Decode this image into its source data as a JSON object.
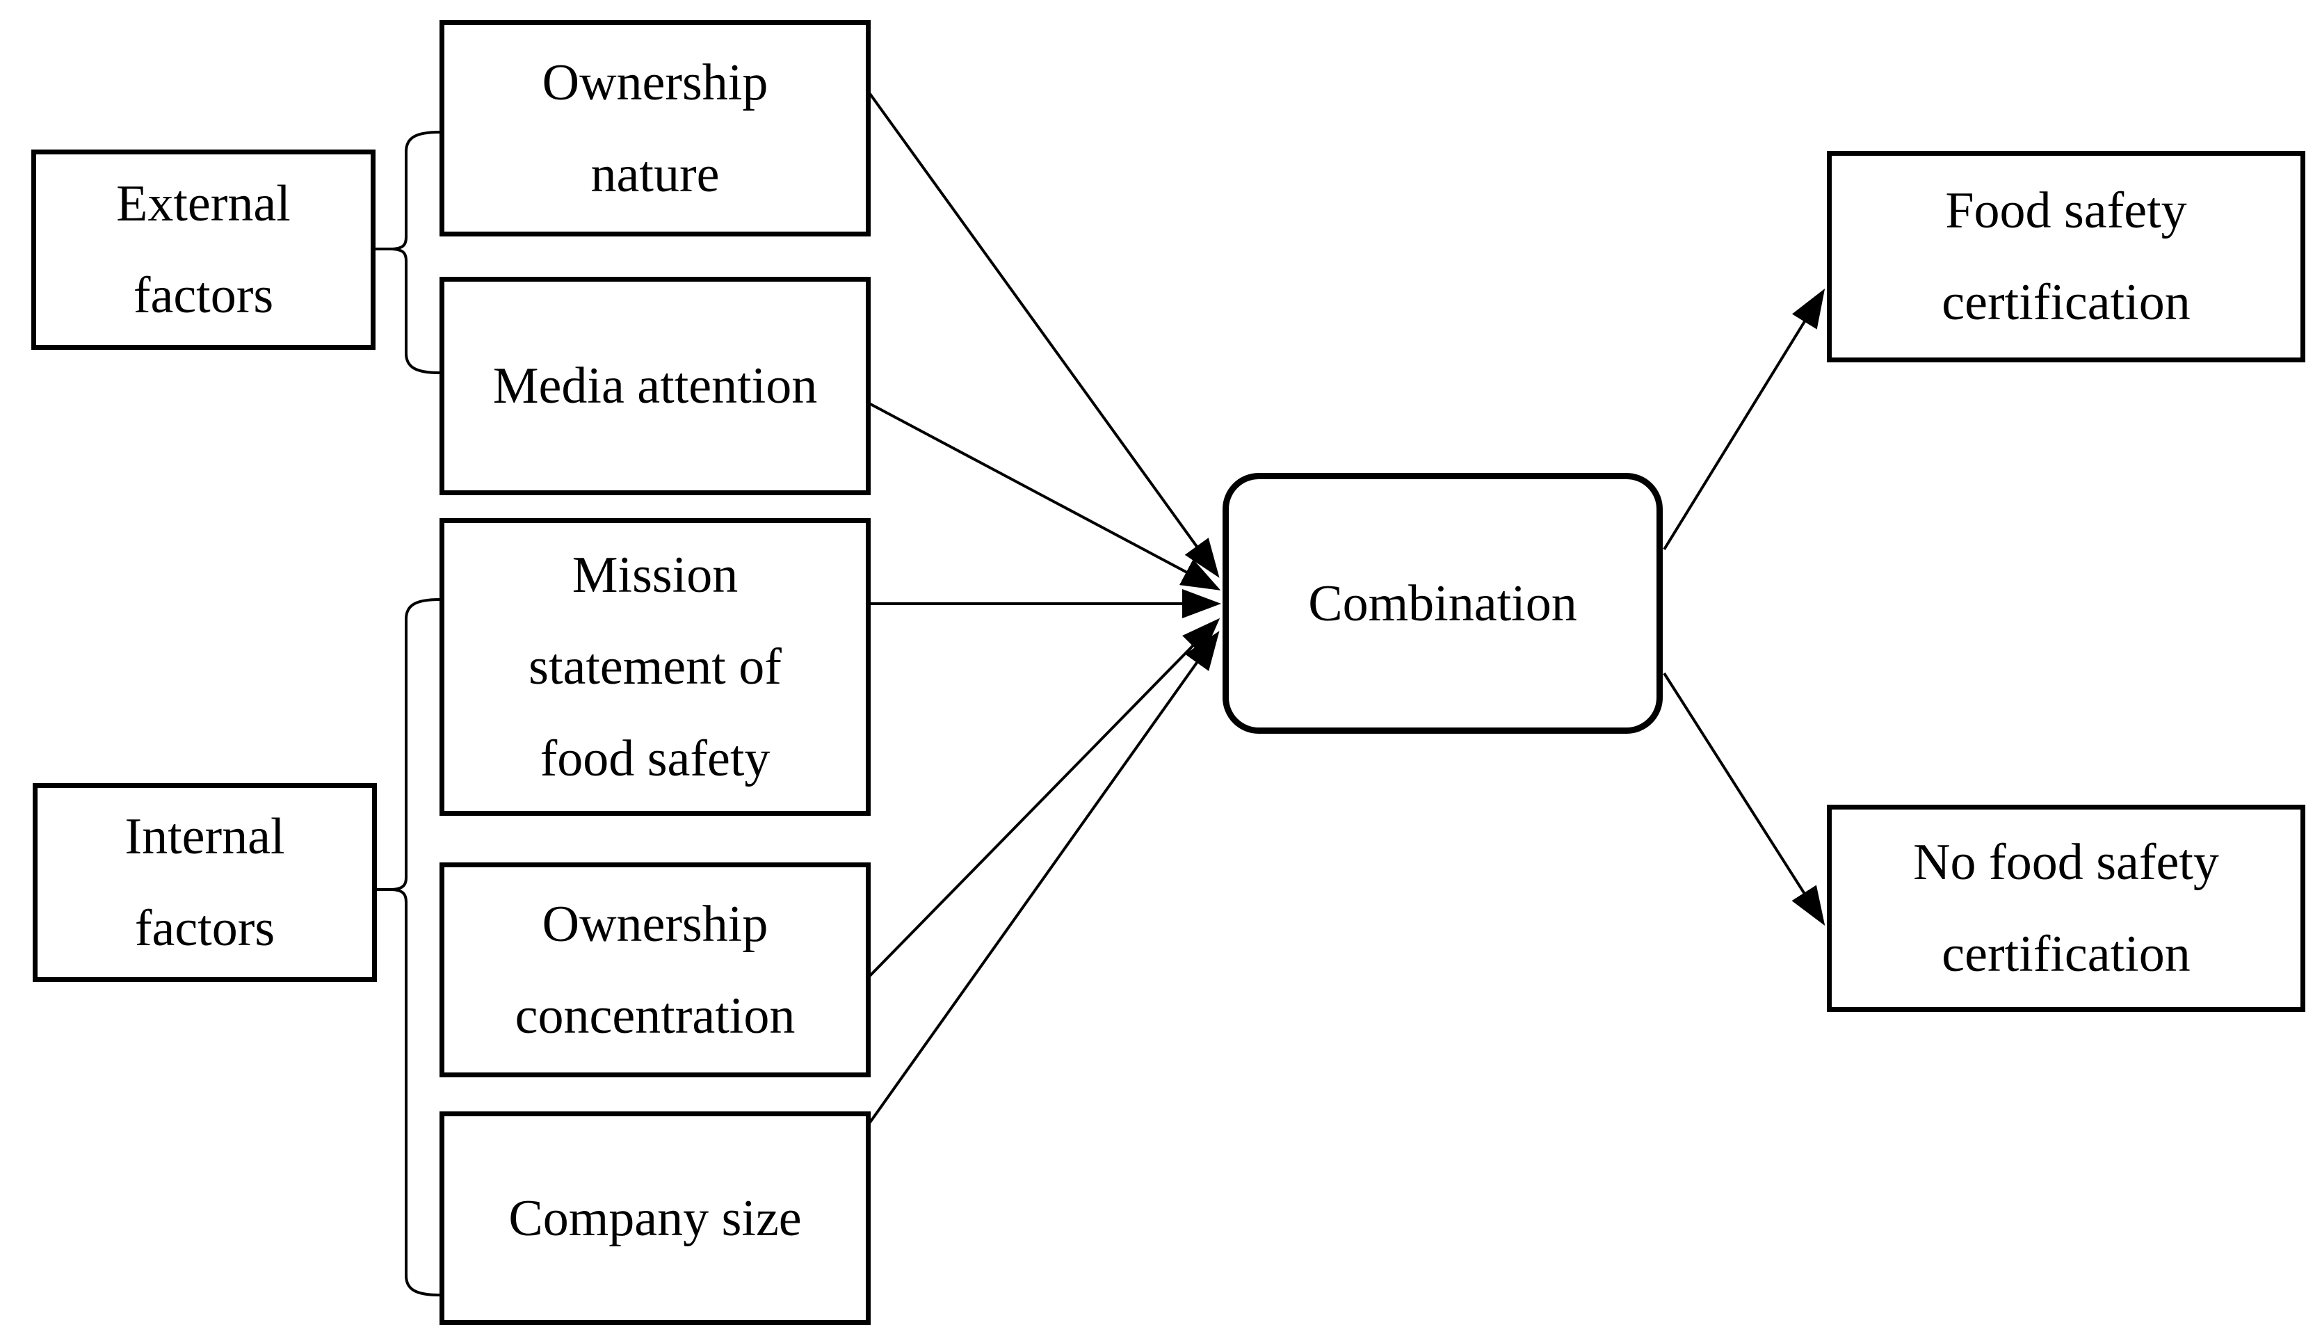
{
  "nodes": {
    "external_factors": {
      "lines": [
        "External",
        "factors"
      ]
    },
    "internal_factors": {
      "lines": [
        "Internal",
        "factors"
      ]
    },
    "ownership_nature": {
      "lines": [
        "Ownership",
        "nature"
      ]
    },
    "media_attention": {
      "lines": [
        "Media attention"
      ]
    },
    "mission_statement": {
      "lines": [
        "Mission",
        "statement of",
        "food safety"
      ]
    },
    "ownership_concentration": {
      "lines": [
        "Ownership",
        "concentration"
      ]
    },
    "company_size": {
      "lines": [
        "Company size"
      ]
    },
    "combination": {
      "lines": [
        "Combination"
      ]
    },
    "food_safety_certification": {
      "lines": [
        "Food safety",
        "certification"
      ]
    },
    "no_food_safety_certification": {
      "lines": [
        "No food safety",
        "certification"
      ]
    }
  },
  "edges": [
    {
      "type": "brace",
      "from": "external_factors",
      "to": [
        "ownership_nature",
        "media_attention"
      ]
    },
    {
      "type": "brace",
      "from": "internal_factors",
      "to": [
        "mission_statement",
        "ownership_concentration",
        "company_size"
      ]
    },
    {
      "type": "arrow",
      "from": "ownership_nature",
      "to": "combination"
    },
    {
      "type": "arrow",
      "from": "media_attention",
      "to": "combination"
    },
    {
      "type": "arrow",
      "from": "mission_statement",
      "to": "combination"
    },
    {
      "type": "arrow",
      "from": "ownership_concentration",
      "to": "combination"
    },
    {
      "type": "arrow",
      "from": "company_size",
      "to": "combination"
    },
    {
      "type": "arrow",
      "from": "combination",
      "to": "food_safety_certification"
    },
    {
      "type": "arrow",
      "from": "combination",
      "to": "no_food_safety_certification"
    }
  ],
  "colors": {
    "ink": "#000000",
    "background": "#ffffff"
  }
}
